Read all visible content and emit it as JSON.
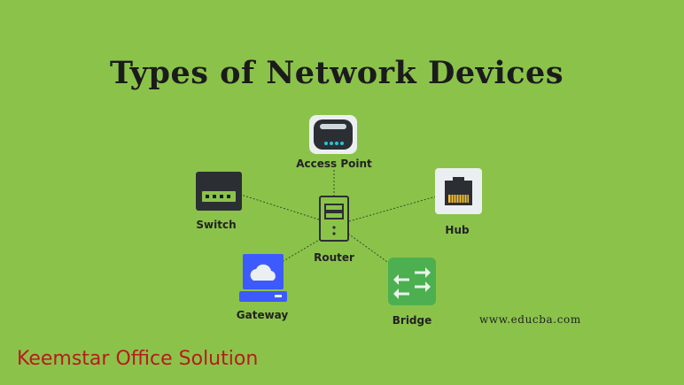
{
  "title": "Types of Network Devices",
  "nodes": {
    "access_point": "Access Point",
    "switch": "Switch",
    "hub": "Hub",
    "router": "Router",
    "gateway": "Gateway",
    "bridge": "Bridge"
  },
  "watermark": "www.educba.com",
  "brand": "Keemstar Office Solution",
  "colors": {
    "background": "#8bc34a",
    "gateway_blue": "#3d5afe",
    "bridge_green": "#4caf50",
    "dark_icon": "#2b2f33",
    "brand_red": "#b71c1c"
  }
}
